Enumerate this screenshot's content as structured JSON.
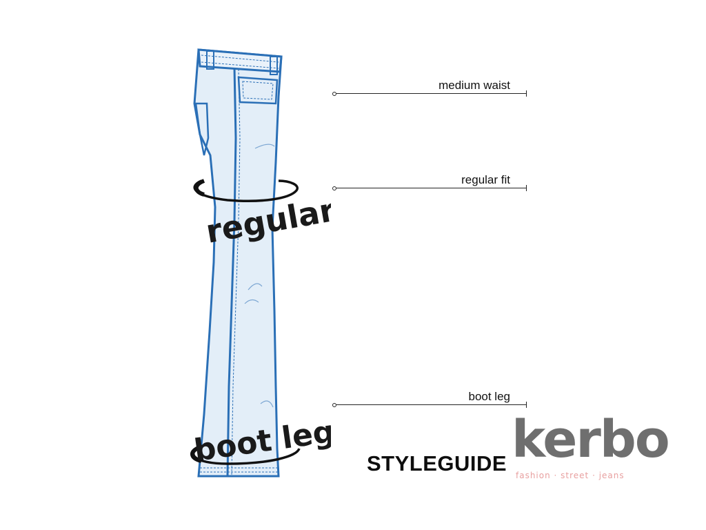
{
  "labels": [
    {
      "text": "medium waist"
    },
    {
      "text": "regular fit"
    },
    {
      "text": "boot leg"
    }
  ],
  "illustration_words": {
    "fit": "regular",
    "leg": "boot leg"
  },
  "title": "STYLEGUIDE",
  "logo": {
    "word": "kerbo",
    "registered": "®",
    "tagline": "fashion · street · jeans"
  },
  "colors": {
    "denim_outline": "#2a6fb6",
    "denim_fill": "#e3eef8",
    "text": "#111111",
    "logo_grey": "#6f6f6f",
    "tagline_pink": "#e8a0a0"
  }
}
